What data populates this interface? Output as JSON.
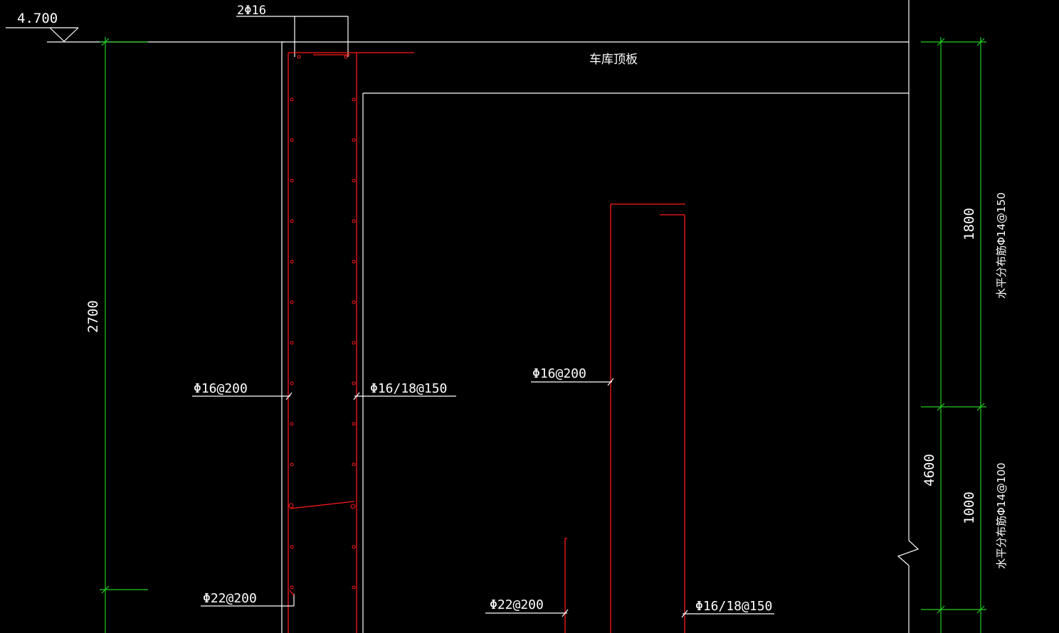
{
  "drawing": {
    "elevation": "4.700",
    "slab_label": "车库顶板",
    "dimensions": {
      "left_height": "2700",
      "right_total": "4600",
      "right_upper": "1800",
      "right_lower": "1000"
    },
    "rebar_labels": {
      "top_bars": "2Φ16",
      "wall_outer": "Φ16@200",
      "wall_inner": "Φ16/18@150",
      "wall_bottom": "Φ22@200",
      "column_left": "Φ16@200",
      "column_bottom": "Φ22@200",
      "column_right": "Φ16/18@150"
    },
    "distribution_notes": {
      "upper": "水平分布筋Φ14@150",
      "lower": "水平分布筋Φ14@100"
    },
    "colors": {
      "background": "#000000",
      "outline": "#ffffff",
      "rebar": "#ff1a1a",
      "dimension": "#22cc22"
    }
  }
}
